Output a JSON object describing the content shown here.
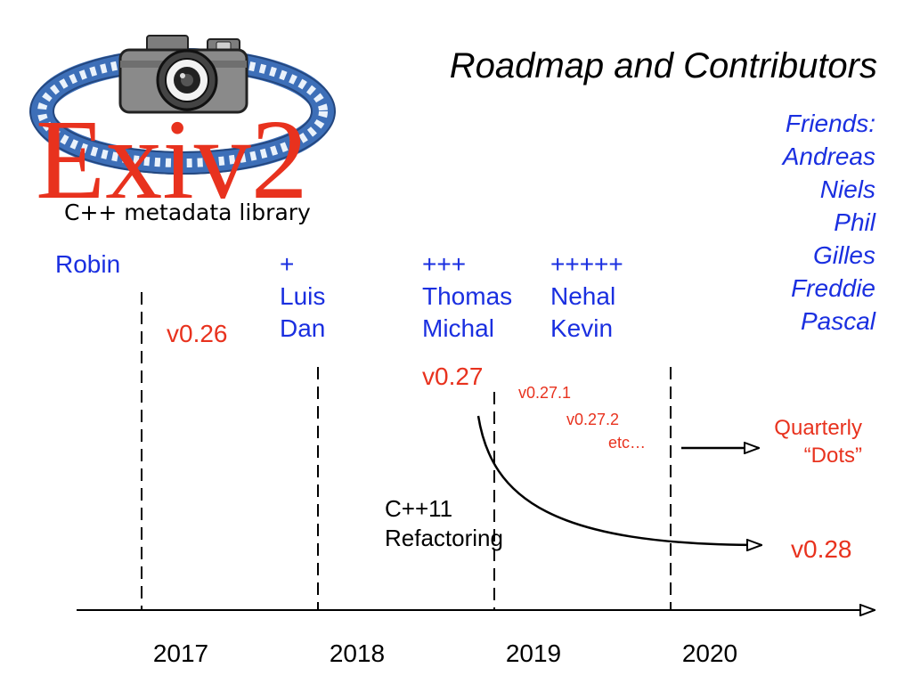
{
  "title": "Roadmap and Contributors",
  "logo": {
    "wordmark": "Exiv2",
    "tagline": "C++ metadata library",
    "icons": [
      "camera-icon",
      "film-strip-icon"
    ]
  },
  "friends": {
    "heading": "Friends:",
    "names": [
      "Andreas",
      "Niels",
      "Phil",
      "Gilles",
      "Freddie",
      "Pascal"
    ]
  },
  "contributors": {
    "robin": "Robin",
    "group_2018": {
      "marker": "+",
      "names": [
        "Luis",
        "Dan"
      ]
    },
    "group_2019": {
      "marker": "+++",
      "names": [
        "Thomas",
        "Michal"
      ]
    },
    "group_2020": {
      "marker": "+++++",
      "names": [
        "Nehal",
        "Kevin"
      ]
    }
  },
  "releases": {
    "v026": "v0.26",
    "v027": "v0.27",
    "v0271": "v0.27.1",
    "v0272": "v0.27.2",
    "etc": "etc…",
    "v028": "v0.28"
  },
  "quarterly": {
    "line1": "Quarterly",
    "line2": "“Dots”"
  },
  "refactoring": {
    "line1": "C++11",
    "line2": "Refactoring"
  },
  "years": [
    "2017",
    "2018",
    "2019",
    "2020"
  ],
  "colors": {
    "blue": "#1a2fe0",
    "red": "#e8321e",
    "black": "#000000"
  }
}
